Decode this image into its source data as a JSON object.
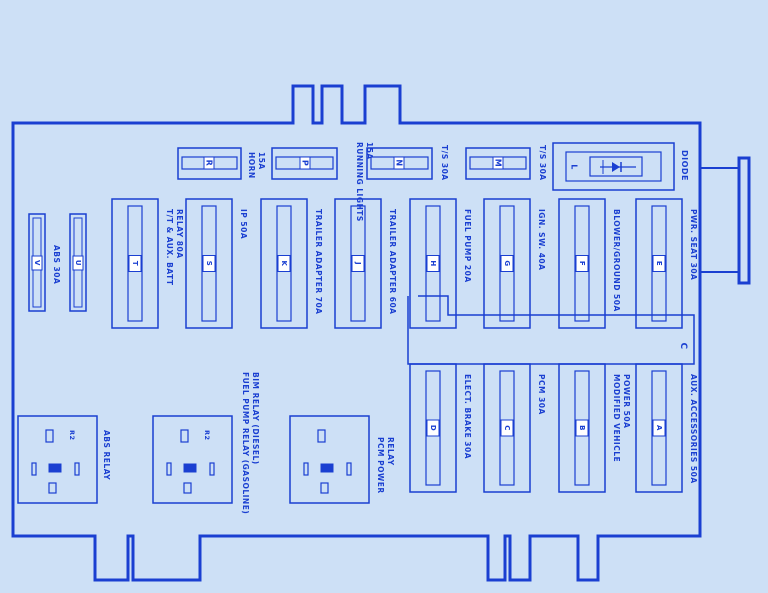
{
  "colors": {
    "background": "#cde0f6",
    "line": "#1a3fd1",
    "text": "#1a3fd1"
  },
  "top_fuses": [
    {
      "letter": "R",
      "label": "HORN\n15A"
    },
    {
      "letter": "P",
      "label": "RUNNING LIGHTS\n15A"
    },
    {
      "letter": "N",
      "label": "T/S 30A"
    },
    {
      "letter": "M",
      "label": "T/S 30A"
    }
  ],
  "diode": {
    "letter": "L",
    "label": "DIODE"
  },
  "abs_fuses": [
    {
      "letter": "V"
    },
    {
      "letter": "U"
    }
  ],
  "abs_label": "ABS 30A",
  "row1_fuses": [
    {
      "letter": "T",
      "label": "T/T & AUX. BATT\nRELAY 80A"
    },
    {
      "letter": "S",
      "label": "IP 50A"
    },
    {
      "letter": "K",
      "label": "TRAILER ADAPTER 70A"
    },
    {
      "letter": "J",
      "label": "TRAILER ADAPTER 60A"
    },
    {
      "letter": "H",
      "label": "FUEL PUMP 20A"
    },
    {
      "letter": "G",
      "label": "IGN. SW. 40A"
    },
    {
      "letter": "F",
      "label": "BLOWER/GROUND 50A"
    },
    {
      "letter": "E",
      "label": "PWR. SEAT 30A"
    }
  ],
  "row2_fuses": [
    {
      "letter": "D",
      "label": "ELECT. BRAKE 30A"
    },
    {
      "letter": "C",
      "label": "PCM 30A"
    },
    {
      "letter": "B",
      "label": "MODIFIED VEHICLE\nPOWER 50A"
    },
    {
      "letter": "A",
      "label": "AUX. ACCESSORIES 50A"
    }
  ],
  "circuit_label": "C",
  "relays": [
    {
      "label": "ABS RELAY",
      "terminal": "R2"
    },
    {
      "label": "FUEL PUMP RELAY (GASOLINE)\nBIM RELAY (DIESEL)",
      "terminal": "R2"
    },
    {
      "label": "PCM POWER\nRELAY",
      "terminal": ""
    }
  ]
}
